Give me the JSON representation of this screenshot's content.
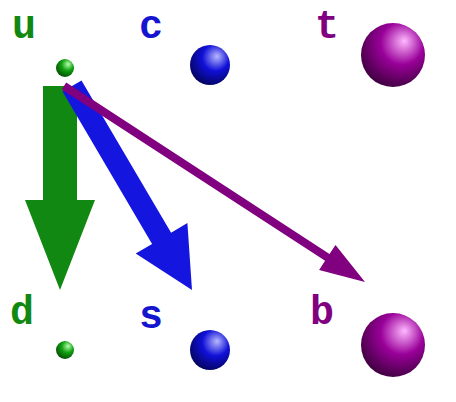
{
  "diagram": {
    "nodes": [
      {
        "text": [
          "u"
        ]
      },
      {
        "text": [
          "c"
        ]
      },
      {
        "text": [
          "t"
        ]
      },
      {
        "text": [
          "d"
        ]
      },
      {
        "text": [
          "s"
        ]
      },
      {
        "text": [
          "b"
        ]
      }
    ],
    "edges": [
      {
        "from": 0,
        "to": 3,
        "arrow": "to"
      },
      {
        "from": 0,
        "to": 4,
        "arrow": "to"
      },
      {
        "from": 0,
        "to": 5,
        "arrow": "to"
      }
    ]
  }
}
